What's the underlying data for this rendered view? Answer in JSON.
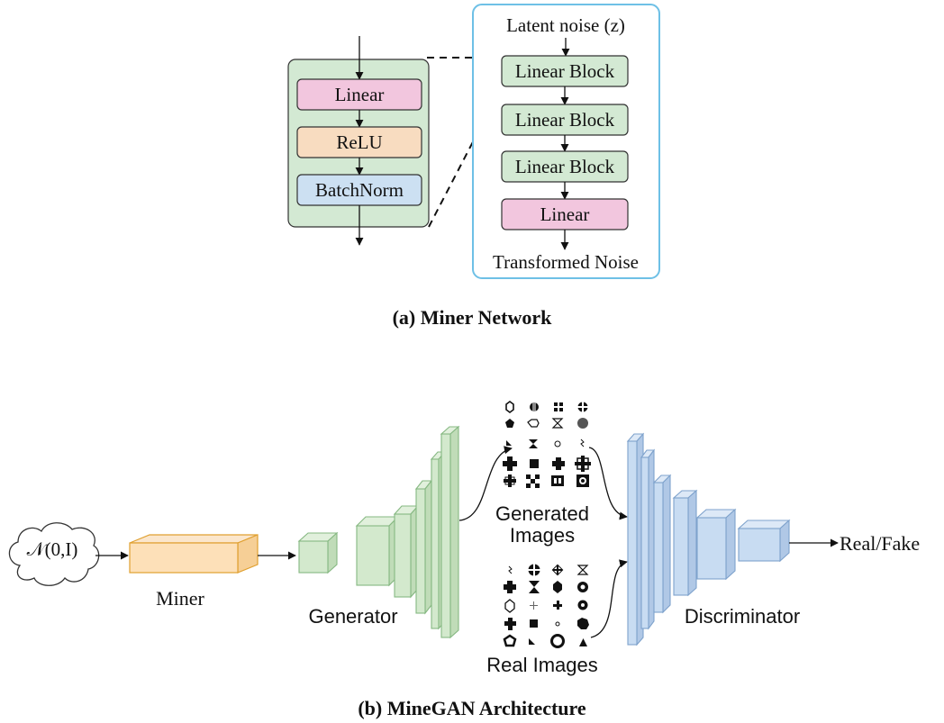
{
  "panel_a": {
    "caption": "(a) Miner Network",
    "block_layers": [
      "Linear",
      "ReLU",
      "BatchNorm"
    ],
    "input_label": "Latent noise (z)",
    "stack": [
      "Linear Block",
      "Linear Block",
      "Linear Block",
      "Linear"
    ],
    "output_label": "Transformed Noise"
  },
  "panel_b": {
    "caption": "(b) MineGAN Architecture",
    "noise_label": "𝒩(0,I)",
    "miner_label": "Miner",
    "generator_label": "Generator",
    "generated_label_line1": "Generated",
    "generated_label_line2": "Images",
    "real_label": "Real Images",
    "discriminator_label": "Discriminator",
    "output_label": "Real/Fake"
  },
  "colors": {
    "linear": "#f2c6de",
    "relu": "#f8dcc0",
    "batchnorm": "#cce0f2",
    "block_bg": "#d3e9d3",
    "panel_border": "#6ec0e6",
    "miner": "#fde0b8",
    "generator": "#cfe6c8",
    "discriminator": "#c8dcf2"
  }
}
